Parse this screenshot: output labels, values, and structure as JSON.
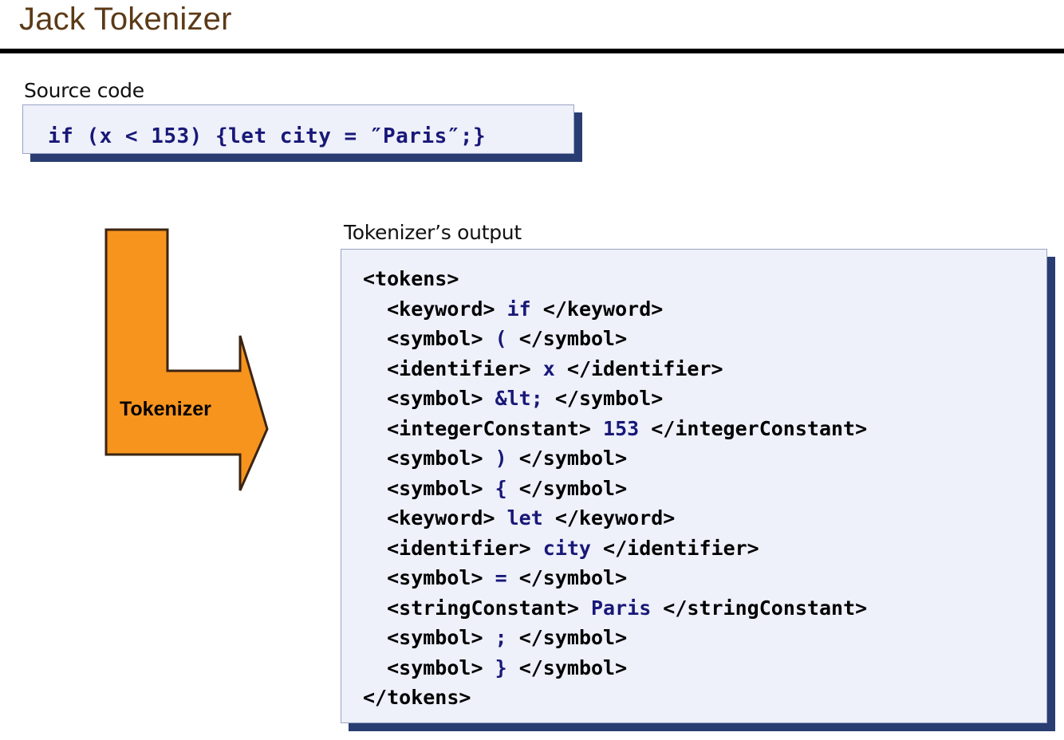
{
  "slide": {
    "title": "Jack Tokenizer"
  },
  "source": {
    "caption": "Source code",
    "code": "if (x < 153) {let city = ″Paris″;}"
  },
  "arrow": {
    "label": "Tokenizer",
    "fill_color": "#F7941E",
    "stroke_color": "#3B2412"
  },
  "output": {
    "caption": "Tokenizer’s output",
    "lines": [
      {
        "indent": 0,
        "before": "<tokens>",
        "value": "",
        "after": ""
      },
      {
        "indent": 1,
        "before": "<keyword> ",
        "value": "if",
        "after": " </keyword>"
      },
      {
        "indent": 1,
        "before": "<symbol> ",
        "value": "(",
        "after": " </symbol>"
      },
      {
        "indent": 1,
        "before": "<identifier> ",
        "value": "x",
        "after": " </identifier>"
      },
      {
        "indent": 1,
        "before": "<symbol> ",
        "value": "&lt;",
        "after": " </symbol>"
      },
      {
        "indent": 1,
        "before": "<integerConstant> ",
        "value": "153",
        "after": " </integerConstant>"
      },
      {
        "indent": 1,
        "before": "<symbol> ",
        "value": ")",
        "after": " </symbol>"
      },
      {
        "indent": 1,
        "before": "<symbol> ",
        "value": "{",
        "after": " </symbol>"
      },
      {
        "indent": 1,
        "before": "<keyword> ",
        "value": "let",
        "after": " </keyword>"
      },
      {
        "indent": 1,
        "before": "<identifier> ",
        "value": "city",
        "after": " </identifier>"
      },
      {
        "indent": 1,
        "before": "<symbol> ",
        "value": "=",
        "after": " </symbol>"
      },
      {
        "indent": 1,
        "before": "<stringConstant> ",
        "value": "Paris",
        "after": " </stringConstant>"
      },
      {
        "indent": 1,
        "before": "<symbol> ",
        "value": ";",
        "after": " </symbol>"
      },
      {
        "indent": 1,
        "before": "<symbol> ",
        "value": "}",
        "after": " </symbol>"
      },
      {
        "indent": 0,
        "before": "</tokens>",
        "value": "",
        "after": ""
      }
    ]
  },
  "colors": {
    "title": "#5C3A17",
    "panel_bg": "#EEF0FA",
    "panel_shadow": "#2A3D72",
    "code_value": "#181878",
    "code_tag": "#000000",
    "accent_orange": "#F7941E"
  }
}
